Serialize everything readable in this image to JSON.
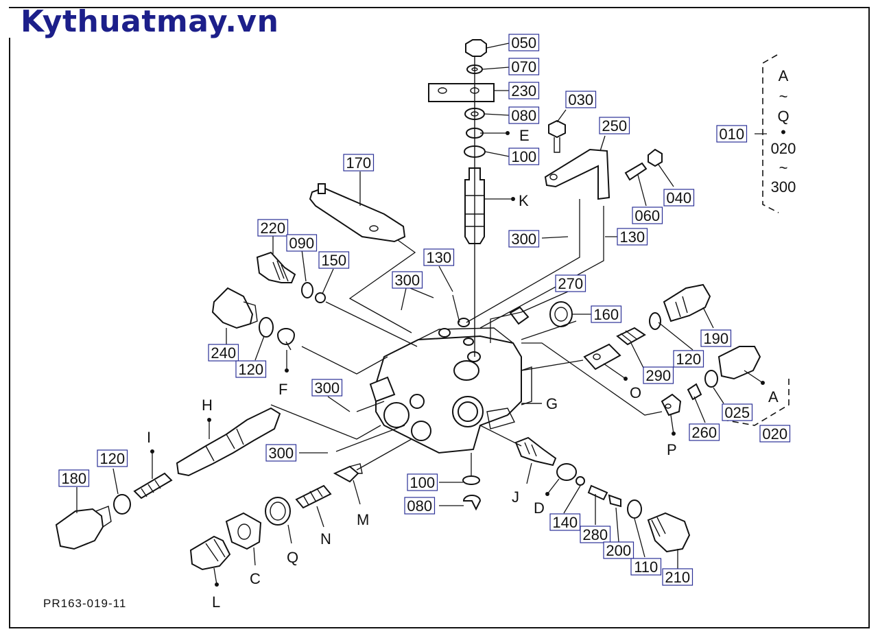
{
  "header": {
    "site_title": "Kythuatmay.vn"
  },
  "footer": {
    "diagram_code": "PR163-019-11"
  },
  "boxed_labels": [
    {
      "id": "050"
    },
    {
      "id": "070"
    },
    {
      "id": "230"
    },
    {
      "id": "080-top",
      "text": "080"
    },
    {
      "id": "100-top",
      "text": "100"
    },
    {
      "id": "030"
    },
    {
      "id": "250"
    },
    {
      "id": "010"
    },
    {
      "id": "040"
    },
    {
      "id": "060"
    },
    {
      "id": "170"
    },
    {
      "id": "300-a",
      "text": "300"
    },
    {
      "id": "130-a",
      "text": "130"
    },
    {
      "id": "220"
    },
    {
      "id": "090"
    },
    {
      "id": "150"
    },
    {
      "id": "130-b",
      "text": "130"
    },
    {
      "id": "300-b",
      "text": "300"
    },
    {
      "id": "270"
    },
    {
      "id": "160"
    },
    {
      "id": "190"
    },
    {
      "id": "240"
    },
    {
      "id": "120-a",
      "text": "120"
    },
    {
      "id": "290"
    },
    {
      "id": "120-b",
      "text": "120"
    },
    {
      "id": "300-c",
      "text": "300"
    },
    {
      "id": "025"
    },
    {
      "id": "020"
    },
    {
      "id": "260"
    },
    {
      "id": "300-d",
      "text": "300"
    },
    {
      "id": "120-c",
      "text": "120"
    },
    {
      "id": "180"
    },
    {
      "id": "100-bot",
      "text": "100"
    },
    {
      "id": "080-bot",
      "text": "080"
    },
    {
      "id": "140"
    },
    {
      "id": "280"
    },
    {
      "id": "200"
    },
    {
      "id": "110"
    },
    {
      "id": "210"
    }
  ],
  "letter_labels": [
    "E",
    "K",
    "F",
    "O",
    "A",
    "G",
    "P",
    "H",
    "I",
    "J",
    "D",
    "M",
    "N",
    "Q",
    "C",
    "L"
  ],
  "range_note": {
    "top": "A",
    "tilde1": "~",
    "mid": "Q",
    "bullet": "•",
    "start": "020",
    "tilde2": "~",
    "end": "300"
  }
}
